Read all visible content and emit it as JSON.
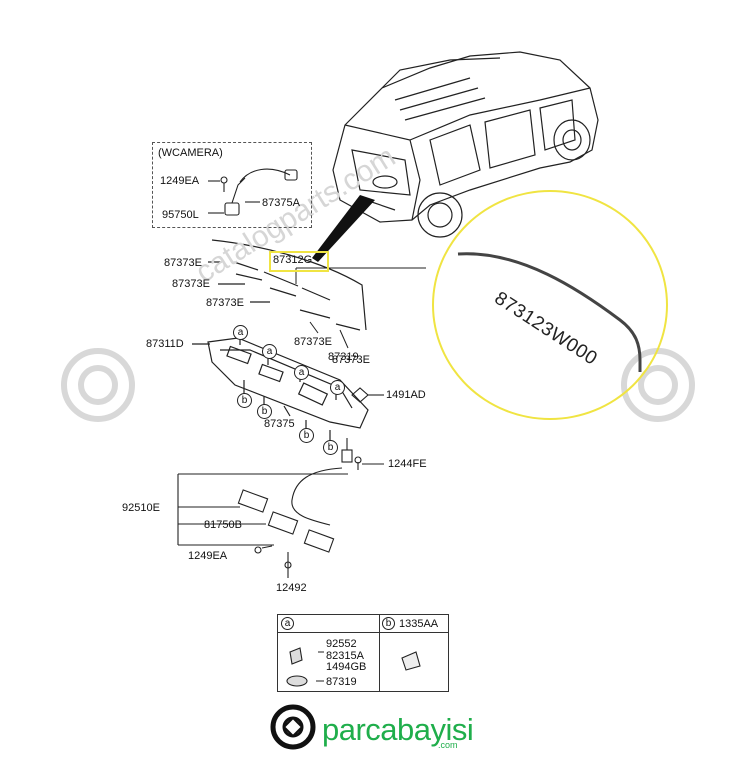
{
  "camera_box": {
    "title": "(WCAMERA)",
    "parts": [
      "1249EA",
      "87375A",
      "95750L"
    ]
  },
  "main_parts": {
    "strip_label": "87373E",
    "garnish": "87312G",
    "housing": "87311D",
    "clip": "87375",
    "nut": "1491AD",
    "bolt": "1244FE",
    "lamp_assy": "92510E",
    "lamp": "81750B",
    "screw_a": "1249EA",
    "screw_b": "12492",
    "upper_label_87319": "87319",
    "upper_label_87373": "87373E"
  },
  "callouts": {
    "a": "a",
    "b": "b"
  },
  "zoom_part_number": "873123W000",
  "legend": {
    "a_header": "a",
    "b_header": "b",
    "b_part": "1335AA",
    "a_parts_line1": "92552",
    "a_parts_line2": "82315A",
    "a_parts_line3": "1494GB",
    "a_parts_line4": "87319"
  },
  "watermark": "catalogparts.com",
  "brand": {
    "name": "parcabayisi",
    "tld": ".com"
  },
  "colors": {
    "highlight": "#f0e442",
    "brand": "#1fae4b",
    "line": "#222222"
  }
}
